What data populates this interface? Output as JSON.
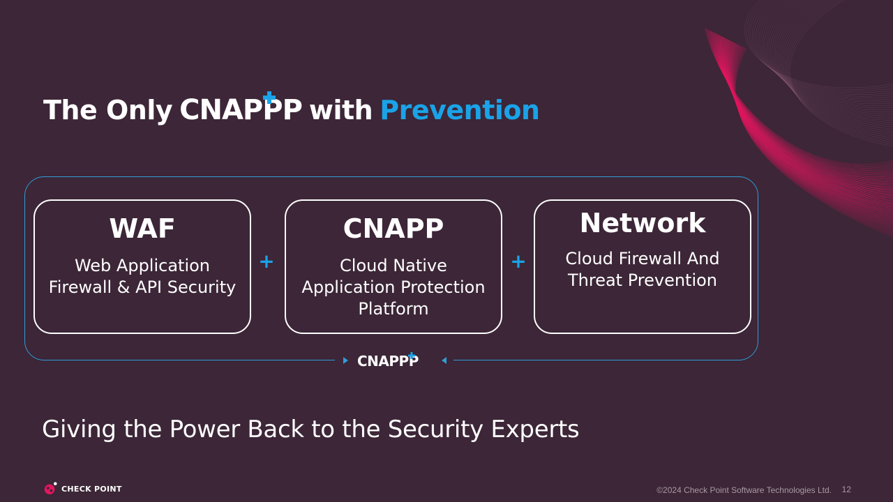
{
  "slide": {
    "title_part1": "The Only",
    "title_logo": "CNAPPP",
    "title_part2": "with",
    "title_accent": "Prevention",
    "cards": [
      {
        "title": "WAF",
        "description": "Web Application Firewall & API Security"
      },
      {
        "title": "CNAPP",
        "description": "Cloud Native Application Protection Platform"
      },
      {
        "title": "Network",
        "description": "Cloud Firewall And Threat Prevention"
      }
    ],
    "joiner_symbol": "+",
    "bottom_logo": "CNAPPP",
    "tagline": "Giving the Power Back to the Security Experts"
  },
  "footer": {
    "brand": "CHECK POINT",
    "copyright": "©2024 Check Point Software Technologies Ltd.",
    "page_number": "12"
  },
  "colors": {
    "background": "#3c2637",
    "accent_blue": "#1aa3e8",
    "frame_blue": "#2f9ed8",
    "swirl_pink": "#e0175f",
    "text_white": "#ffffff",
    "footer_gray": "#a89aa5"
  }
}
